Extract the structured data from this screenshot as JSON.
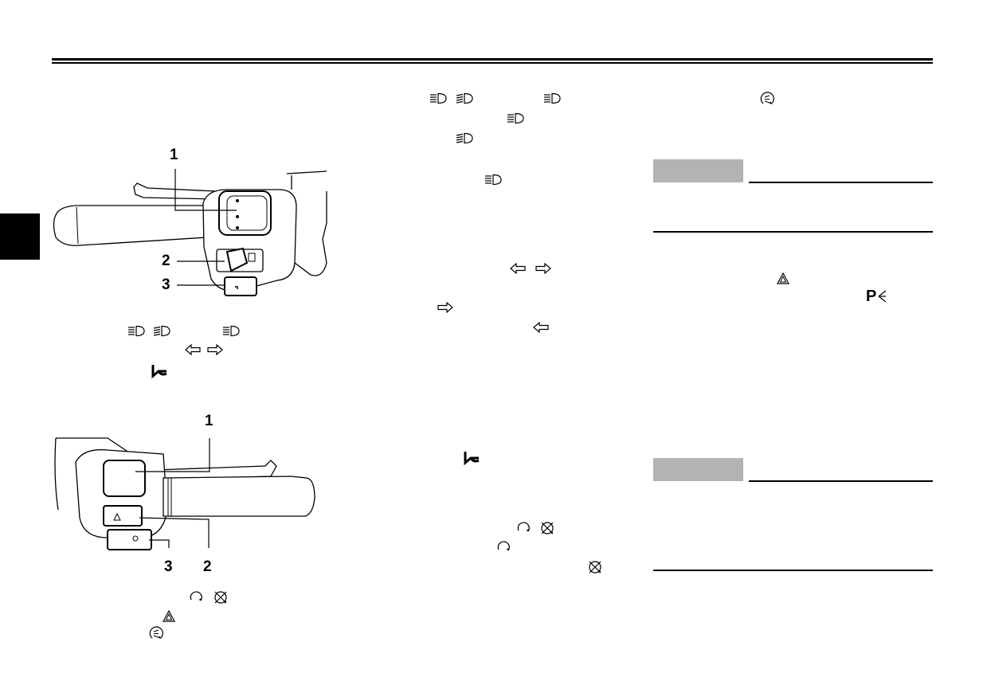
{
  "header": {
    "rule": "double"
  },
  "figure_top": {
    "callouts": [
      "1",
      "2",
      "3"
    ],
    "icons": [
      "headlight-high-beam-icon",
      "headlight-flash-icon",
      "headlight-high-beam-icon",
      "turn-left-icon",
      "turn-right-icon",
      "horn-icon"
    ]
  },
  "figure_bottom": {
    "callouts": [
      "1",
      "2",
      "3"
    ],
    "icons": [
      "engine-run-icon",
      "engine-stop-icon",
      "hazard-icon",
      "start-icon"
    ]
  },
  "middle_column": {
    "icons": [
      "headlight-high-beam-icon",
      "headlight-flash-icon",
      "headlight-high-beam-icon",
      "headlight-high-beam-icon",
      "headlight-flash-icon",
      "headlight-high-beam-icon",
      "turn-left-icon",
      "turn-right-icon",
      "turn-right-icon",
      "turn-left-icon",
      "horn-icon",
      "engine-run-icon",
      "engine-stop-icon",
      "engine-run-icon",
      "engine-stop-icon"
    ]
  },
  "right_column": {
    "icons": [
      "start-icon",
      "hazard-icon",
      "parking-light-icon"
    ],
    "parking_letter": "P",
    "notice_boxes": 2
  },
  "colors": {
    "box_gray": "#b3b3b3",
    "ink": "#000000"
  }
}
